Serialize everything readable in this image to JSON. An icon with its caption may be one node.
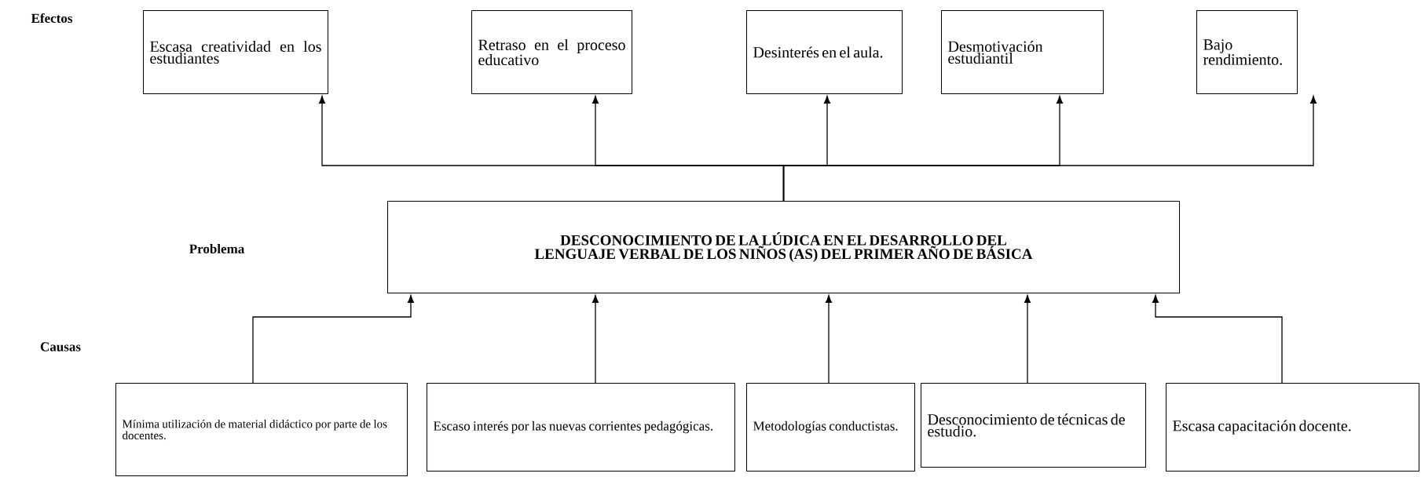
{
  "diagram": {
    "nodes": [
      {
        "text": [
          "Escasa creatividad en los estudiantes"
        ]
      },
      {
        "text": [
          "Retraso en el proceso educativo"
        ]
      },
      {
        "text": [
          "Desinterés en el aula."
        ]
      },
      {
        "text": [
          "Desmotivación estudiantil"
        ]
      },
      {
        "text": [
          "Bajo rendimiento."
        ]
      },
      {
        "text": [
          "DESCONOCIMIENTO DE LA LÚDICA EN EL DESARROLLO DEL LENGUAJE VERBAL DE LOS NIÑOS (AS) DEL PRIMER AÑO DE BÁSICA"
        ]
      },
      {
        "text": [
          "Mínima utilización de material didáctico por parte de los docentes."
        ]
      },
      {
        "text": [
          "Escaso interés por las nuevas corrientes pedagógicas."
        ]
      },
      {
        "text": [
          "Metodologías conductistas."
        ]
      },
      {
        "text": [
          "Desconocimiento de técnicas de estudio."
        ]
      },
      {
        "text": [
          "Escasa capacitación docente."
        ]
      }
    ],
    "edges": [
      {
        "from": 5,
        "to": 0,
        "arrow": "to"
      },
      {
        "from": 5,
        "to": 1,
        "arrow": "to"
      },
      {
        "from": 5,
        "to": 2,
        "arrow": "to"
      },
      {
        "from": 5,
        "to": 3,
        "arrow": "to"
      },
      {
        "from": 5,
        "to": 4,
        "arrow": "to"
      },
      {
        "from": 6,
        "to": 5,
        "arrow": "to"
      },
      {
        "from": 7,
        "to": 5,
        "arrow": "to"
      },
      {
        "from": 8,
        "to": 5,
        "arrow": "to"
      },
      {
        "from": 9,
        "to": 5,
        "arrow": "to"
      },
      {
        "from": 10,
        "to": 5,
        "arrow": "to"
      }
    ],
    "labels": [
      "Efectos",
      "Problema",
      "Causas"
    ]
  }
}
